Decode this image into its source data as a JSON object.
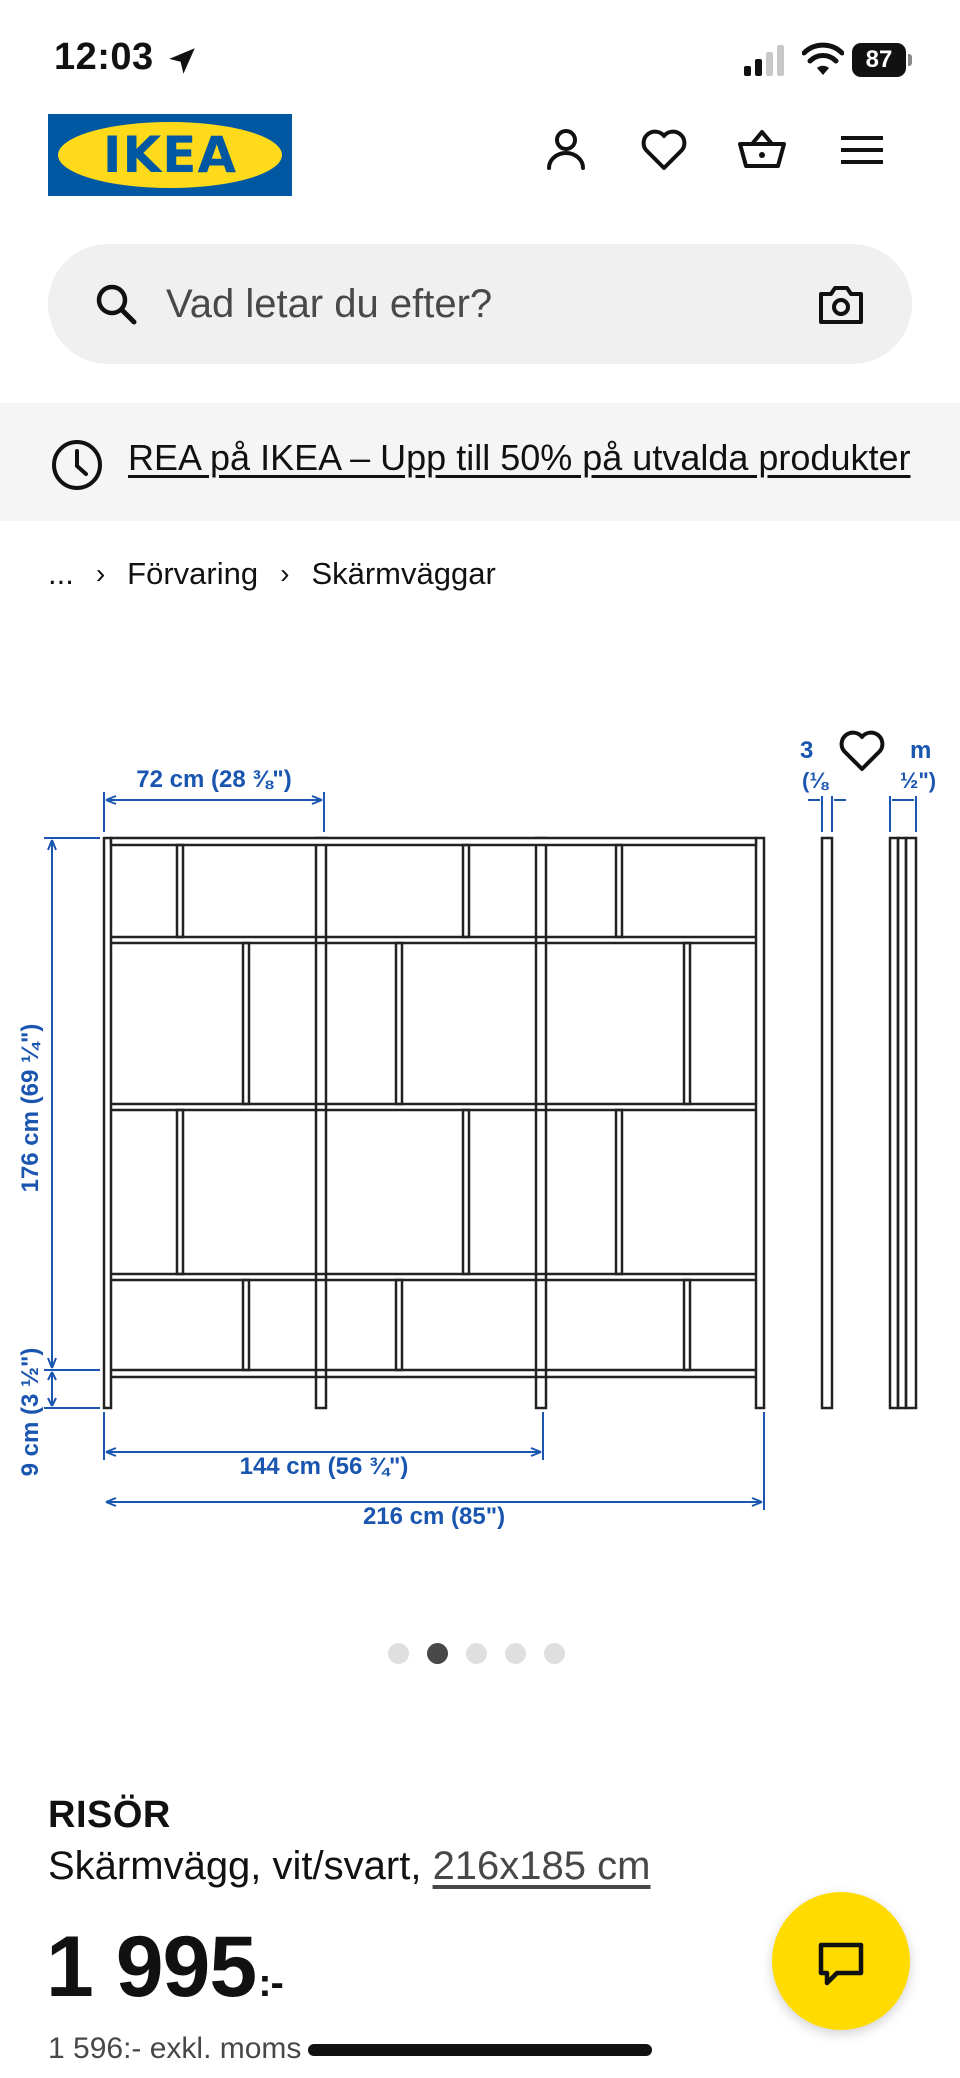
{
  "status_bar": {
    "time": "12:03",
    "battery": "87",
    "icons": [
      "location-arrow-icon",
      "cellular-signal-icon",
      "wifi-icon",
      "battery-icon"
    ]
  },
  "header": {
    "logo_text": "IKEA",
    "logo_colors": {
      "background": "#0058a3",
      "oval": "#ffda1a"
    },
    "icons": [
      "account-icon",
      "heart-icon",
      "cart-icon",
      "menu-icon"
    ]
  },
  "search": {
    "placeholder": "Vad letar du efter?",
    "icons": [
      "search-icon",
      "camera-icon"
    ]
  },
  "promo": {
    "icon": "clock-icon",
    "text": "REA på IKEA – Upp till 50% på utvalda produkter"
  },
  "breadcrumb": {
    "ellipsis": "...",
    "items": [
      "Förvaring",
      "Skärmväggar"
    ]
  },
  "product_image": {
    "width_label": "72 cm (28 ⅜\")",
    "height_label": "176 cm (69 ¼\")",
    "foot_label": "9 cm (3 ½\")",
    "mid_width_label": "144 cm (56 ¾\")",
    "total_width_label": "216 cm (85\")",
    "side_label_left_a": "3",
    "side_label_left_b": "(⅛",
    "side_label_right_a": "m",
    "side_label_right_b": "½\")",
    "dimension_color": "#1a56b0"
  },
  "carousel": {
    "count": 5,
    "active_index": 1
  },
  "product": {
    "name": "RISÖR",
    "description": "Skärmvägg, vit/svart,",
    "dimensions": "216x185 cm",
    "price": "1 995",
    "price_suffix": ":-",
    "price_excl_vat": "1 596:- exkl. moms"
  },
  "chat": {
    "icon": "chat-icon",
    "color": "#ffdb00"
  }
}
